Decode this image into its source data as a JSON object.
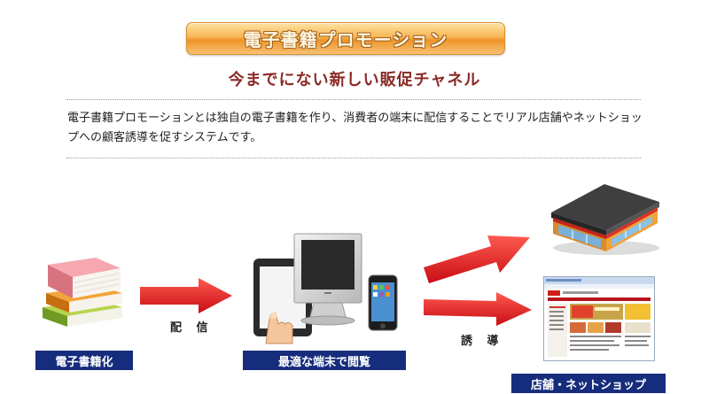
{
  "header": {
    "banner_title": "電子書籍プロモーション",
    "subtitle": "今までにない新しい販促チャネル"
  },
  "description": "電子書籍プロモーションとは独自の電子書籍を作り、消費者の端末に配信することでリアル店舗やネットショップへの顧客誘導を促すシステムです。",
  "flow": {
    "ebook_label": "電子書籍化",
    "distribute_label": "配 信",
    "device_label": "最適な端末で閲覧",
    "guide_label": "誘 導",
    "store_label": "店舗・ネットショップ"
  },
  "colors": {
    "banner": "#f8b556",
    "subtitle": "#8a2a26",
    "label_bg": "#162c7c",
    "arrow": "#e0141c"
  },
  "icons": [
    "books-icon",
    "tablet-icon",
    "monitor-icon",
    "smartphone-icon",
    "store-building-icon",
    "webpage-icon",
    "arrow-icon"
  ]
}
